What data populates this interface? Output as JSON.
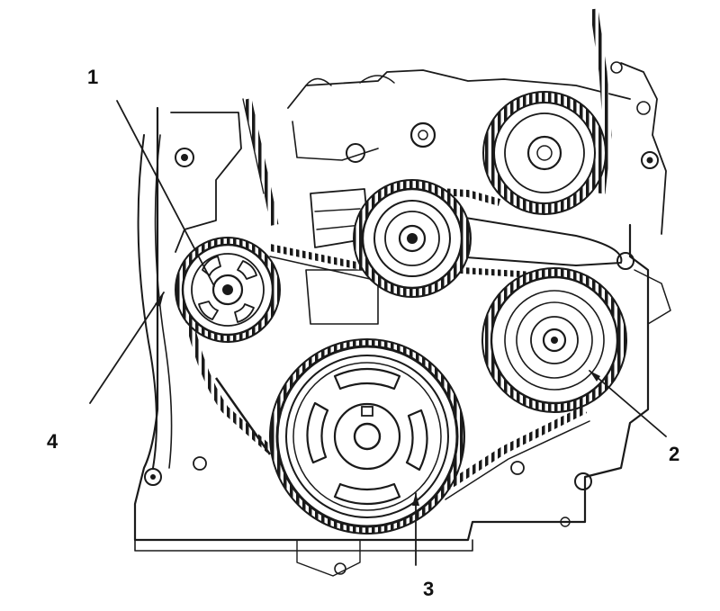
{
  "colors": {
    "ink": "#1a1a1a",
    "paper": "#ffffff"
  },
  "callouts": {
    "c1": "1",
    "c2": "2",
    "c3": "3",
    "c4": "4"
  },
  "parts": [
    "tensioner-pulley",
    "camshaft-sprocket",
    "injection-pump-sprocket",
    "crankshaft-pulley",
    "idler-pulley",
    "timing-belt"
  ]
}
